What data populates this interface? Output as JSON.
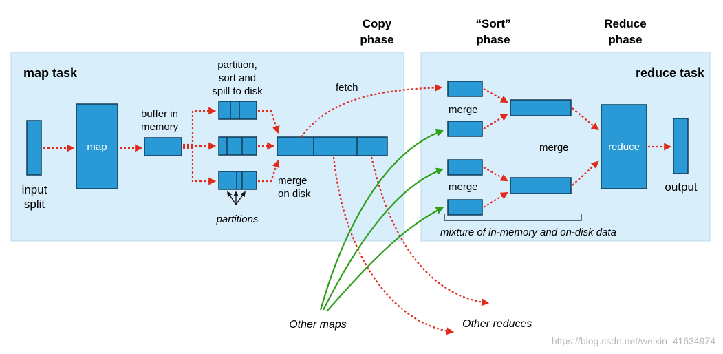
{
  "colors": {
    "panel_fill": "#d9eefb",
    "box_fill": "#2a9ad6",
    "box_stroke": "#123a57",
    "red_arrow": "#e02a1b",
    "green_arrow": "#2f9e19",
    "watermark": "#b9b9b9"
  },
  "phases": {
    "copy_line1": "Copy",
    "copy_line2": "phase",
    "sort_line1": "“Sort”",
    "sort_line2": "phase",
    "reduce_line1": "Reduce",
    "reduce_line2": "phase"
  },
  "map_task": {
    "title": "map task",
    "input_line1": "input",
    "input_line2": "split",
    "map_label": "map",
    "buffer_line1": "buffer in",
    "buffer_line2": "memory",
    "spill_line1": "partition,",
    "spill_line2": "sort and",
    "spill_line3": "spill to disk",
    "merge_line1": "merge",
    "merge_line2": "on disk",
    "partitions": "partitions",
    "fetch": "fetch"
  },
  "reduce_task": {
    "title": "reduce task",
    "merge_top": "merge",
    "merge_mid": "merge",
    "merge_bottom": "merge",
    "reduce_label": "reduce",
    "output": "output",
    "mixture": "mixture of in-memory and on-disk data"
  },
  "external": {
    "other_maps": "Other maps",
    "other_reduces": "Other reduces"
  },
  "watermark": "https://blog.csdn.net/weixin_41634974"
}
